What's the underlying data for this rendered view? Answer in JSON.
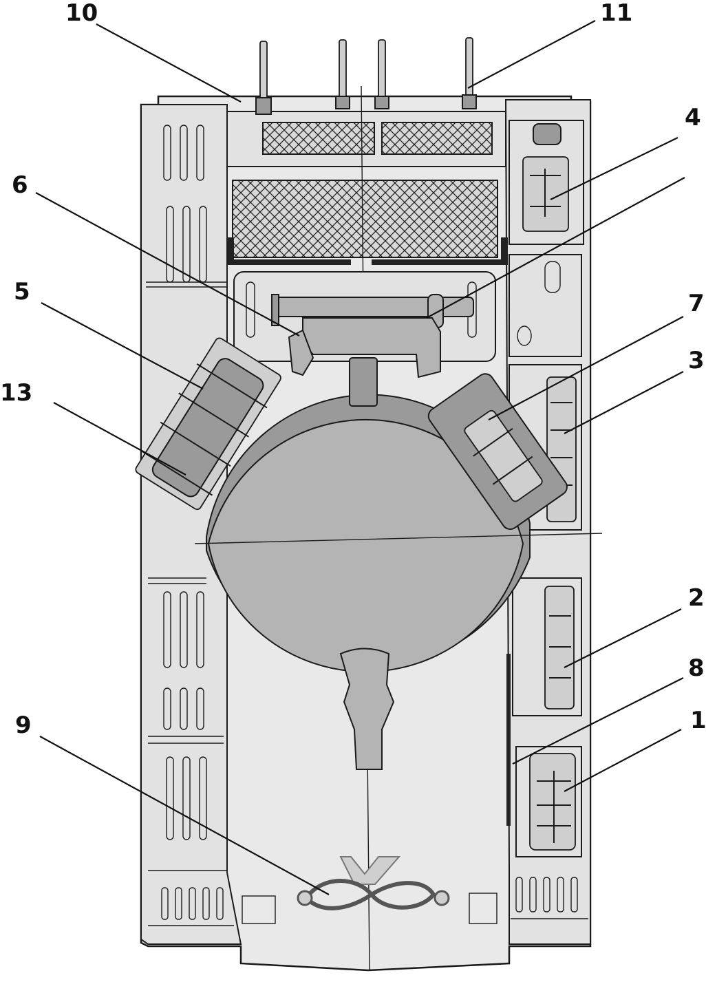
{
  "diagram": {
    "callouts": [
      {
        "id": "c10",
        "label": "10"
      },
      {
        "id": "c11",
        "label": "11"
      },
      {
        "id": "c4",
        "label": "4"
      },
      {
        "id": "c6",
        "label": "6"
      },
      {
        "id": "c5",
        "label": "5"
      },
      {
        "id": "c7",
        "label": "7"
      },
      {
        "id": "c3",
        "label": "3"
      },
      {
        "id": "c13",
        "label": "13"
      },
      {
        "id": "c2",
        "label": "2"
      },
      {
        "id": "c8",
        "label": "8"
      },
      {
        "id": "c9",
        "label": "9"
      },
      {
        "id": "c1",
        "label": "1"
      }
    ],
    "colors": {
      "line": "#1a1a1a",
      "hull": "#e9e9e9",
      "turret": "#9a9a9a",
      "equipment": "#b4b4b4"
    }
  }
}
